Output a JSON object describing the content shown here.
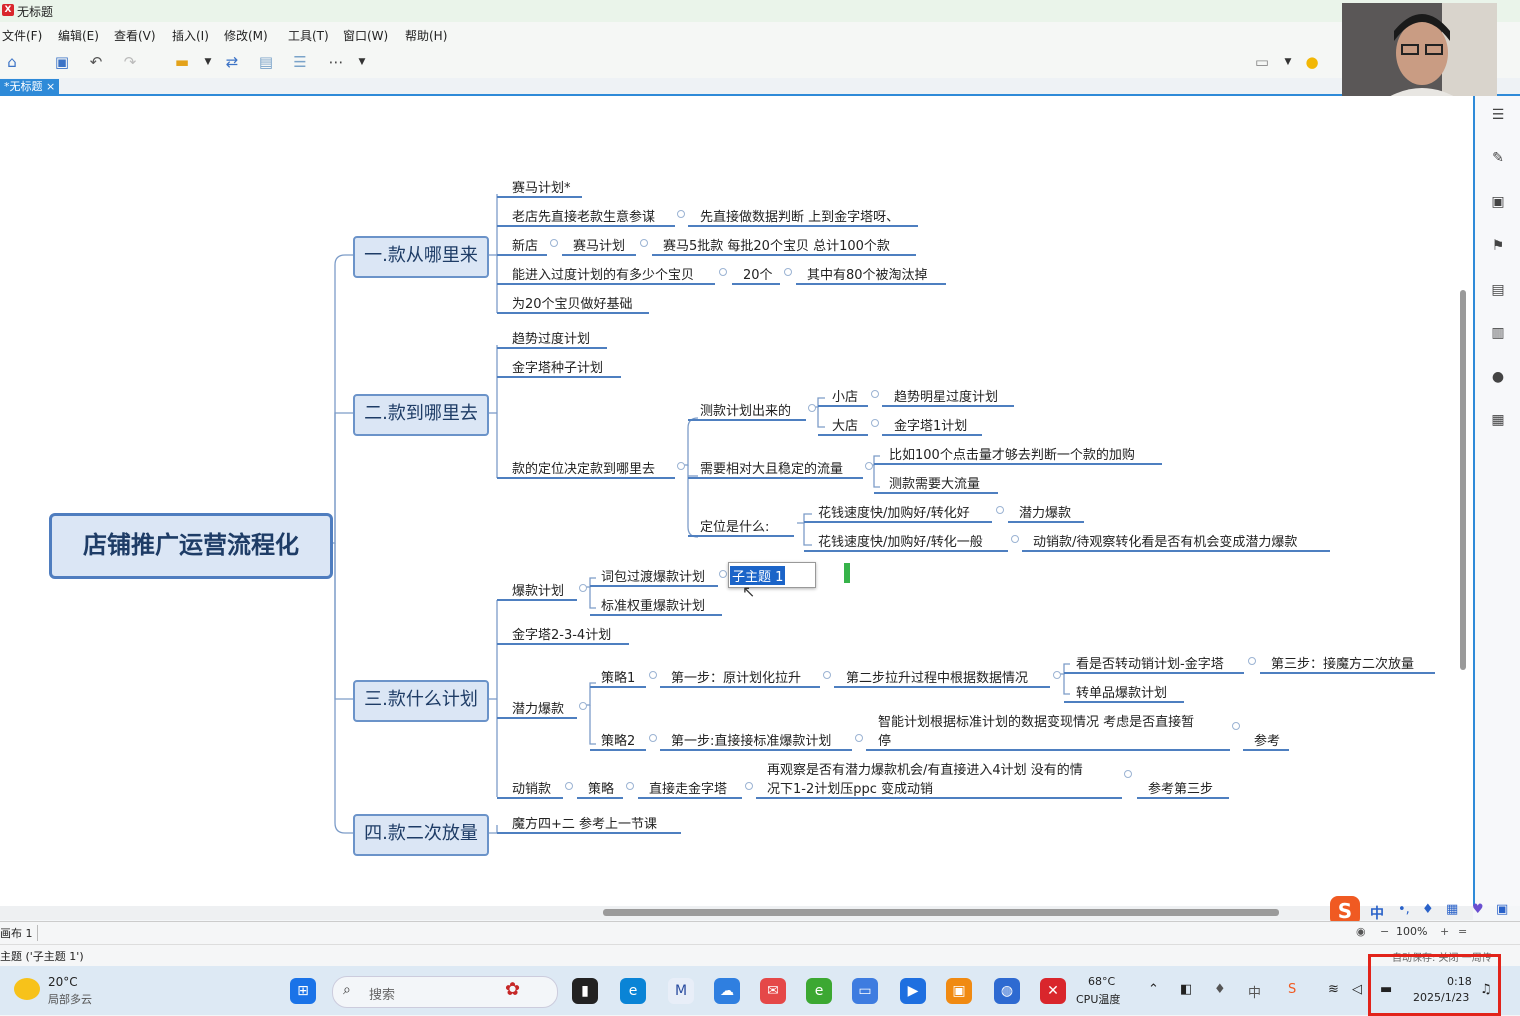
{
  "window": {
    "title": "无标题"
  },
  "menu": [
    "文件(F)",
    "编辑(E)",
    "查看(V)",
    "插入(I)",
    "修改(M)",
    "工具(T)",
    "窗口(W)",
    "帮助(H)"
  ],
  "tab": {
    "label": "*无标题 ×"
  },
  "mindmap": {
    "root": "店铺推广运营流程化",
    "b1": {
      "label": "一.款从哪里来",
      "t1": "赛马计划*",
      "t2": "老店先直接老款生意参谋",
      "t2a": "先直接做数据判断 上到金字塔呀、",
      "t3": "新店",
      "t3a": "赛马计划",
      "t3b": "赛马5批款 每批20个宝贝 总计100个款",
      "t4": "能进入过度计划的有多少个宝贝",
      "t4a": "20个",
      "t4b": "其中有80个被淘汰掉",
      "t5": "为20个宝贝做好基础"
    },
    "b2": {
      "label": "二.款到哪里去",
      "t1": "趋势过度计划",
      "t2": "金字塔种子计划",
      "t3": "款的定位决定款到哪里去",
      "t3a": "测款计划出来的",
      "t3a1": "小店",
      "t3a1a": "趋势明星过度计划",
      "t3a2": "大店",
      "t3a2a": "金字塔1计划",
      "t3b": "需要相对大且稳定的流量",
      "t3b1": "比如100个点击量才够去判断一个款的加购",
      "t3b2": "测款需要大流量",
      "t3c": "定位是什么:",
      "t3c1": "花钱速度快/加购好/转化好",
      "t3c1a": "潜力爆款",
      "t3c2": "花钱速度快/加购好/转化一般",
      "t3c2a": "动销款/待观察转化看是否有机会变成潜力爆款"
    },
    "b3": {
      "label": "三.款什么计划",
      "t1": "爆款计划",
      "t1a": "词包过渡爆款计划",
      "t1a1": "子主题 1",
      "t1b": "标准权重爆款计划",
      "t2": "金字塔2-3-4计划",
      "t3": "潜力爆款",
      "t3a": "策略1",
      "t3a1": "第一步：原计划化拉升",
      "t3a2": "第二步拉升过程中根据数据情况",
      "t3a3": "看是否转动销计划-金字塔",
      "t3a3a": "第三步：接魔方二次放量",
      "t3a4": "转单品爆款计划",
      "t3b": "策略2",
      "t3b1": "第一步:直接接标准爆款计划",
      "t3b2a": "智能计划根据标准计划的数据变现情况 考虑是否直接暂",
      "t3b2b": "停",
      "t3b3": "参考",
      "t4": "动销款",
      "t4a": "策略",
      "t4b": "直接走金字塔",
      "t4c1": "再观察是否有潜力爆款机会/有直接进入4计划 没有的情",
      "t4c2": "况下1-2计划压ppc 变成动销",
      "t4d": "参考第三步"
    },
    "b4": {
      "label": "四.款二次放量",
      "t1": "魔方四+二  参考上一节课"
    }
  },
  "sheet": {
    "tab": "画布 1",
    "zoom": "100%"
  },
  "status": {
    "left": "主题 ('子主题 1')",
    "autosave": "自动保存: 关闭  一周传"
  },
  "taskbar": {
    "weather_temp": "20°C",
    "weather_desc": "局部多云",
    "search": "搜索",
    "cpu_temp": "68°C",
    "cpu_label": "CPU温度",
    "time": "0:18",
    "date": "2025/1/23",
    "ime": "中"
  }
}
